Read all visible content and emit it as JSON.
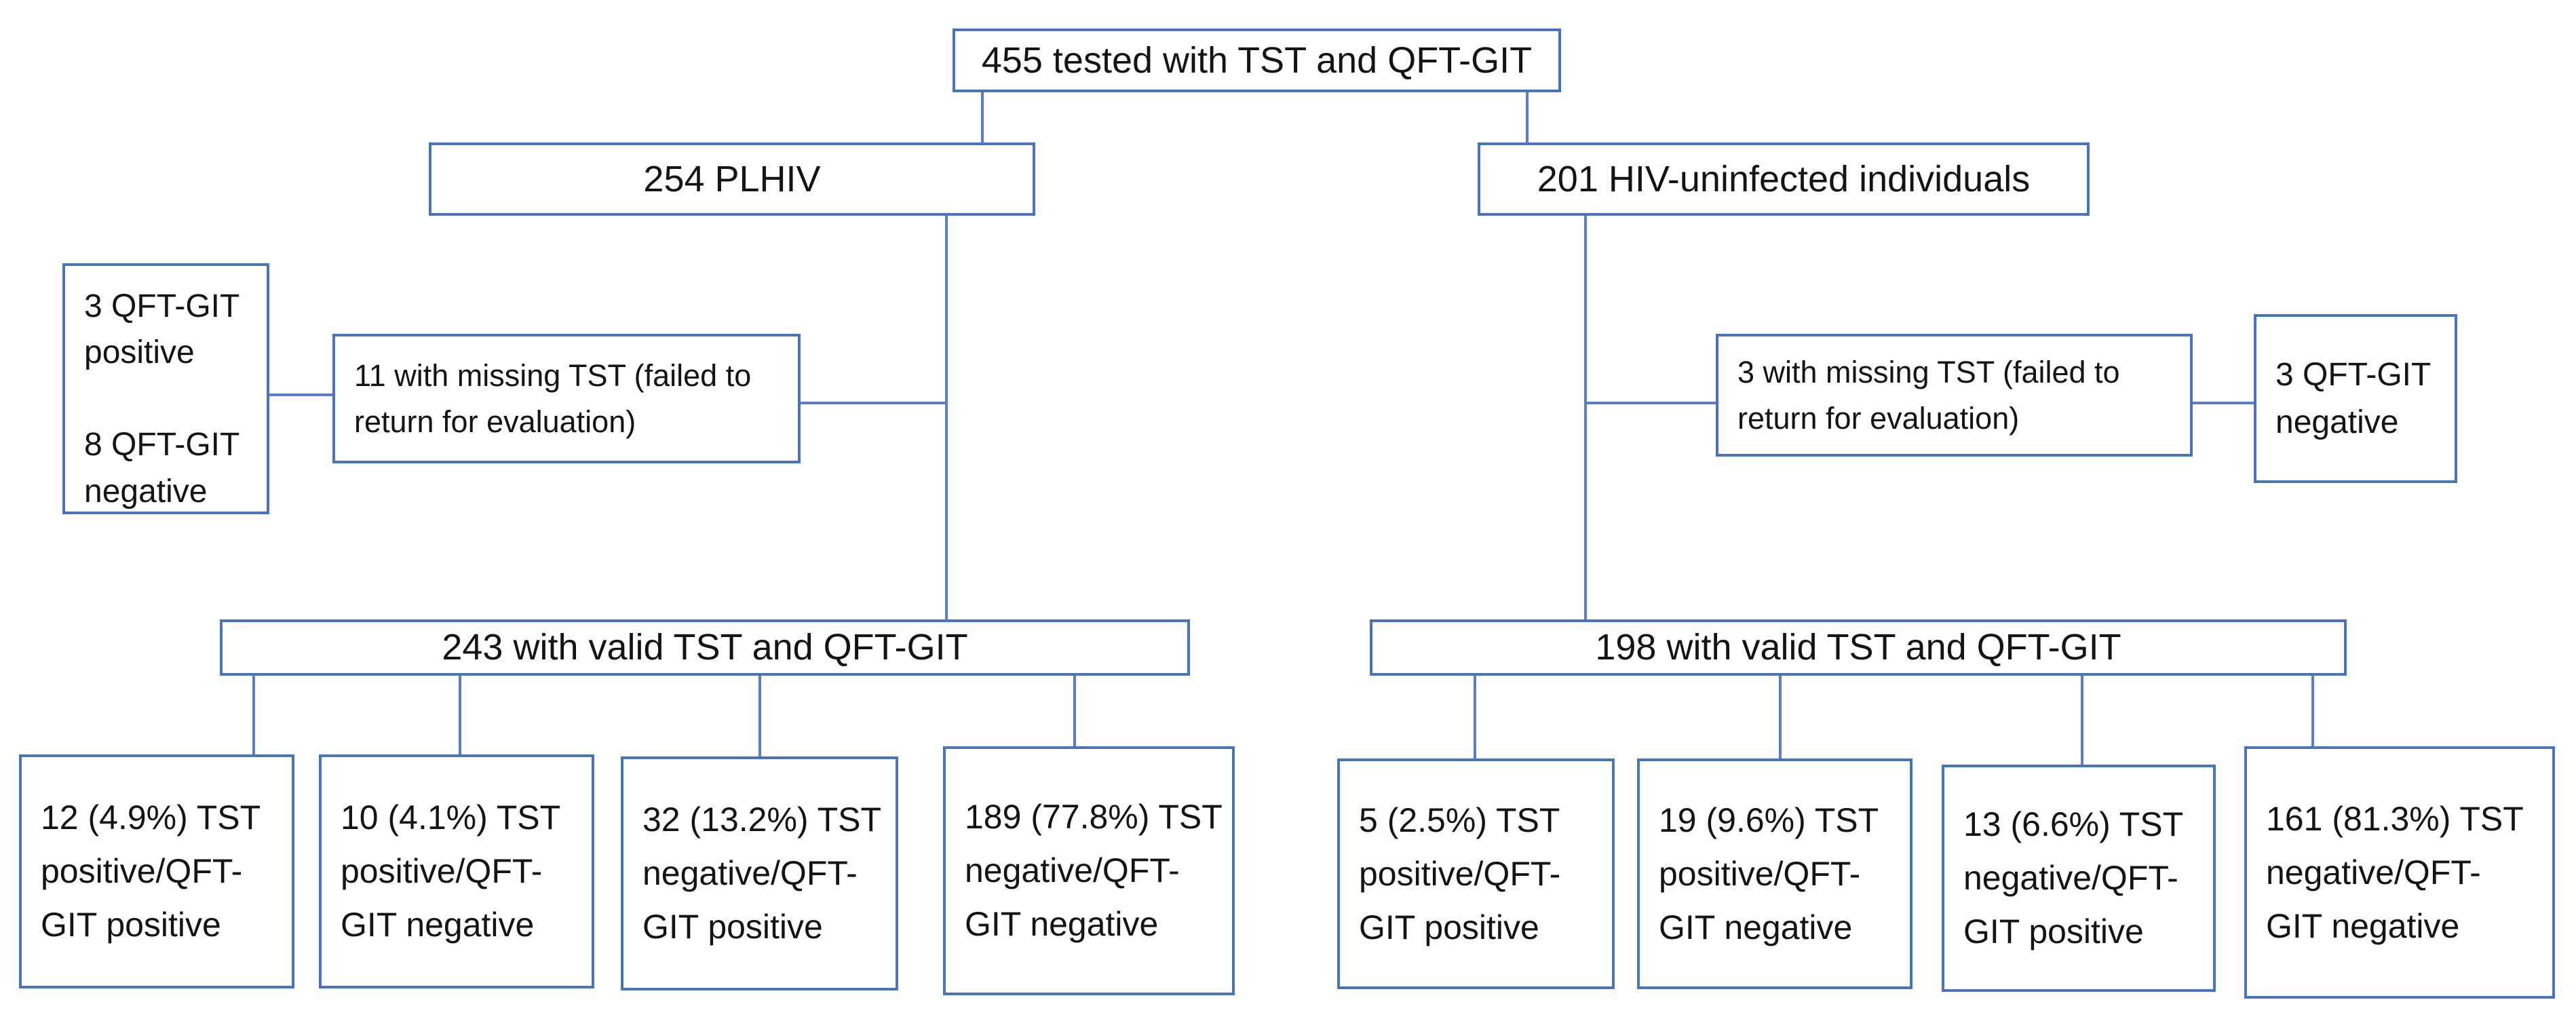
{
  "figure": {
    "description": "Study flow diagram of TST and QFT-GIT testing results among PLHIV and HIV-uninfected individuals"
  },
  "colors": {
    "box_border": "#4a74b8",
    "connector": "#5b7fc7",
    "text": "#141414"
  },
  "nodes": {
    "tested_total": "455 tested with TST and QFT-GIT",
    "plhiv": "254 PLHIV",
    "hiv_uninfected": "201 HIV-uninfected individuals",
    "plhiv_missing_qft_breakdown": "3 QFT-GIT\npositive\n\n8 QFT-GIT\nnegative",
    "plhiv_missing": "11 with missing TST (failed to\nreturn for evaluation)",
    "hiv_missing": "3 with missing TST (failed to\nreturn for evaluation)",
    "hiv_missing_qft_breakdown": "3 QFT-GIT\nnegative",
    "plhiv_valid": "243 with valid TST and QFT-GIT",
    "hiv_valid": "198 with valid TST and QFT-GIT",
    "plhiv_tstpos_qftpos": "12 (4.9%) TST\npositive/QFT-\nGIT positive",
    "plhiv_tstpos_qftneg": "10 (4.1%) TST\npositive/QFT-\nGIT negative",
    "plhiv_tstneg_qftpos": "32 (13.2%) TST\nnegative/QFT-\nGIT positive",
    "plhiv_tstneg_qftneg": "189 (77.8%) TST\nnegative/QFT-\nGIT negative",
    "hiv_tstpos_qftpos": "5 (2.5%) TST\npositive/QFT-\nGIT positive",
    "hiv_tstpos_qftneg": "19 (9.6%) TST\npositive/QFT-\nGIT negative",
    "hiv_tstneg_qftpos": "13 (6.6%) TST\nnegative/QFT-\nGIT positive",
    "hiv_tstneg_qftneg": "161 (81.3%) TST\nnegative/QFT-\nGIT negative"
  },
  "edges": [
    {
      "from": "tested_total",
      "to": "plhiv"
    },
    {
      "from": "tested_total",
      "to": "hiv_uninfected"
    },
    {
      "from": "plhiv",
      "to": "plhiv_valid"
    },
    {
      "from": "plhiv",
      "to": "plhiv_missing"
    },
    {
      "from": "plhiv_missing",
      "to": "plhiv_missing_qft_breakdown"
    },
    {
      "from": "hiv_uninfected",
      "to": "hiv_valid"
    },
    {
      "from": "hiv_uninfected",
      "to": "hiv_missing"
    },
    {
      "from": "hiv_missing",
      "to": "hiv_missing_qft_breakdown"
    },
    {
      "from": "plhiv_valid",
      "to": "plhiv_tstpos_qftpos"
    },
    {
      "from": "plhiv_valid",
      "to": "plhiv_tstpos_qftneg"
    },
    {
      "from": "plhiv_valid",
      "to": "plhiv_tstneg_qftpos"
    },
    {
      "from": "plhiv_valid",
      "to": "plhiv_tstneg_qftneg"
    },
    {
      "from": "hiv_valid",
      "to": "hiv_tstpos_qftpos"
    },
    {
      "from": "hiv_valid",
      "to": "hiv_tstpos_qftneg"
    },
    {
      "from": "hiv_valid",
      "to": "hiv_tstneg_qftpos"
    },
    {
      "from": "hiv_valid",
      "to": "hiv_tstneg_qftneg"
    }
  ]
}
